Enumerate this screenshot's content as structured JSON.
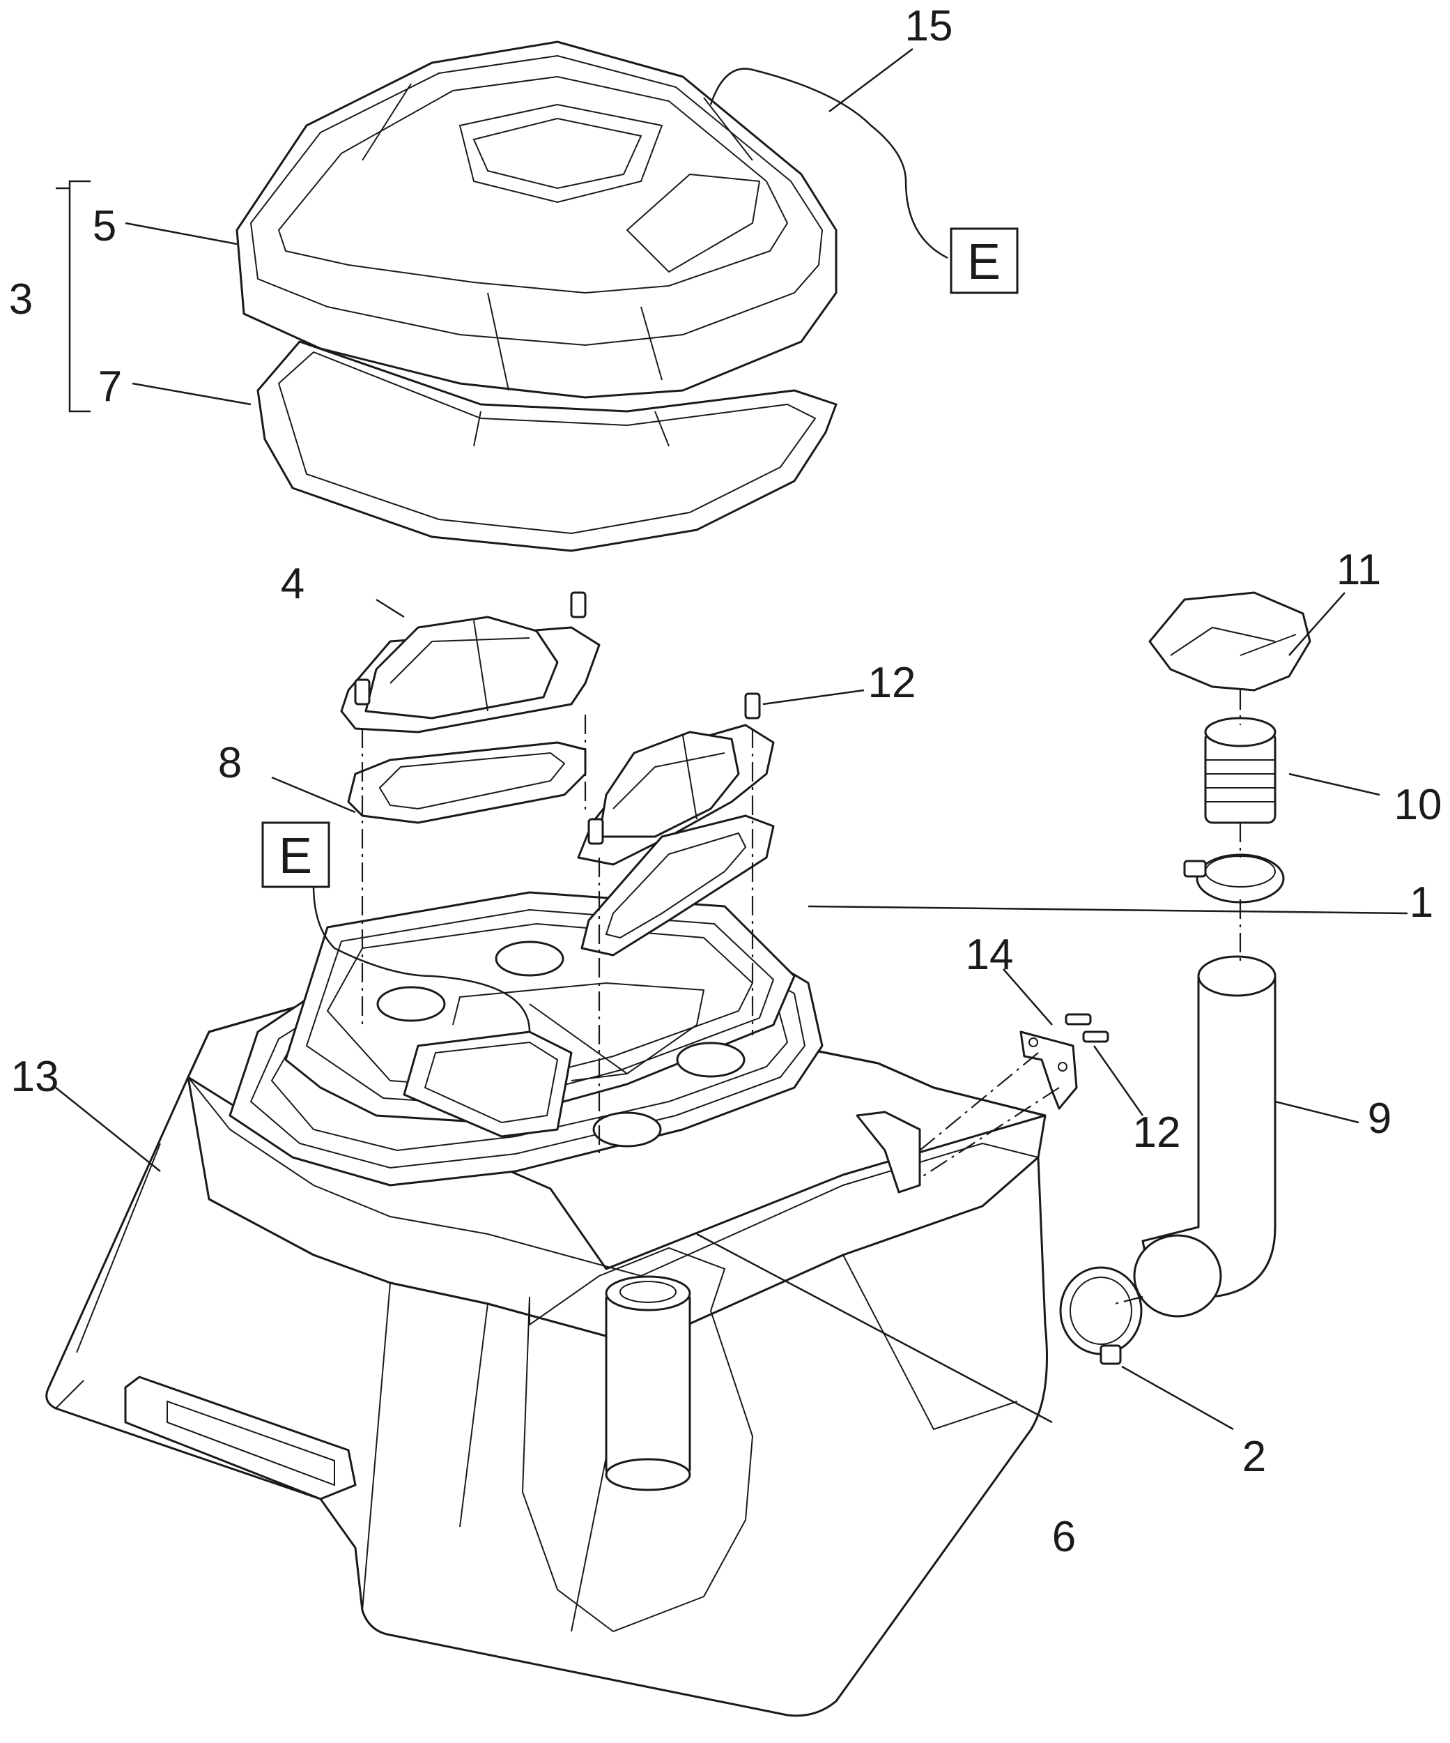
{
  "callouts": {
    "c1": "1",
    "c2": "2",
    "c3": "3",
    "c4": "4",
    "c5": "5",
    "c6": "6",
    "c7": "7",
    "c8": "8",
    "c9": "9",
    "c10": "10",
    "c11": "11",
    "c12a": "12",
    "c12b": "12",
    "c13": "13",
    "c14": "14",
    "c15": "15"
  },
  "refs": {
    "top": "E",
    "left": "E"
  },
  "colors": {
    "line": "#1a1a1a",
    "background": "#ffffff"
  }
}
